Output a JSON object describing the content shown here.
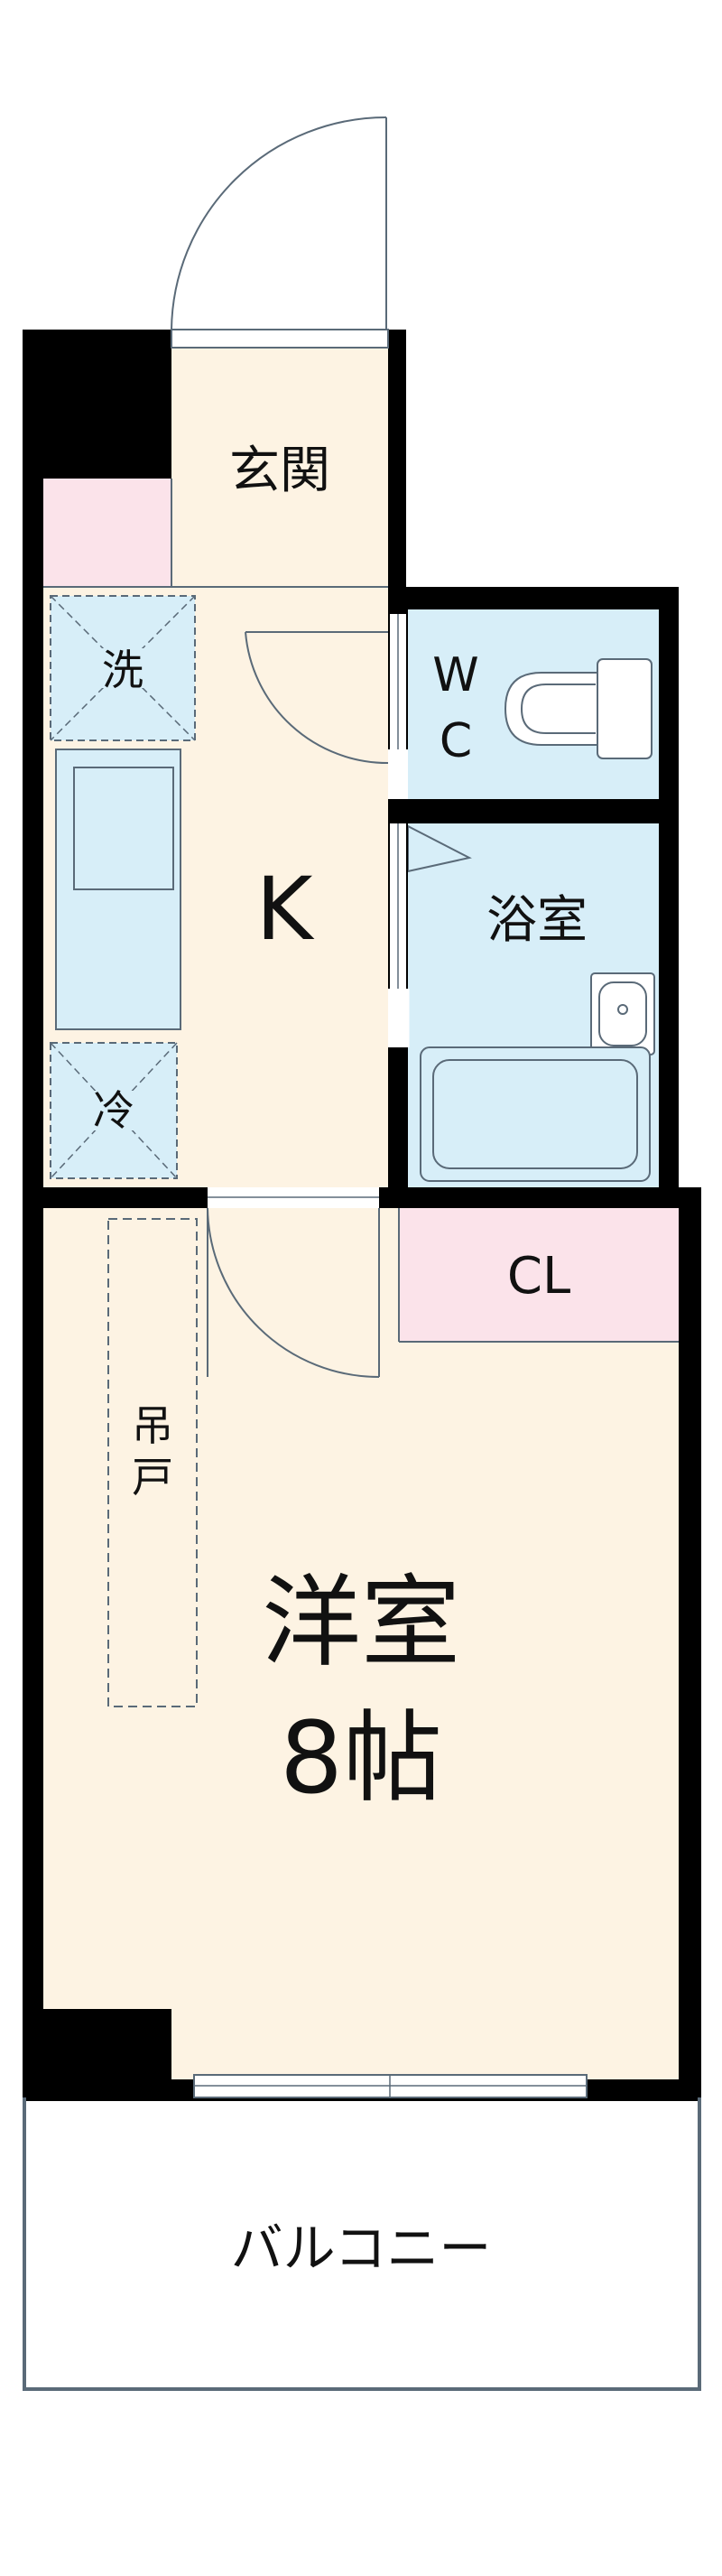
{
  "rooms": {
    "genkan": "玄関",
    "wc_line1": "W",
    "wc_line2": "C",
    "kitchen": "K",
    "bathroom": "浴室",
    "closet": "CL",
    "western_room": "洋室",
    "western_room_size": "8帖",
    "balcony": "バルコニー"
  },
  "fixtures": {
    "washer": "洗",
    "refrigerator": "冷",
    "hanging_cupboard_1": "吊",
    "hanging_cupboard_2": "戸"
  },
  "colors": {
    "wall": "#000000",
    "floor": "#fdf3e3",
    "wet_area": "#d7eef8",
    "storage": "#fbe3ea",
    "fixture_line": "#5a6a78"
  }
}
